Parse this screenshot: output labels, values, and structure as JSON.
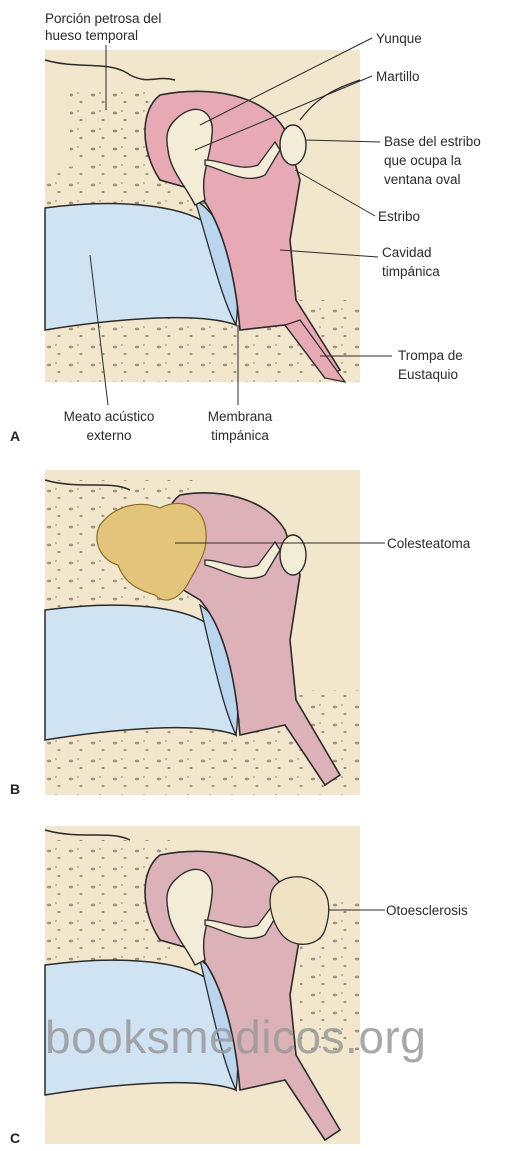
{
  "panel_a": {
    "letter": "A",
    "labels": {
      "petrous_1": "Porción petrosa del",
      "petrous_2": "hueso temporal",
      "incus": "Yunque",
      "malleus": "Martillo",
      "stapes_base_1": "Base del estribo",
      "stapes_base_2": "que ocupa la",
      "stapes_base_3": "ventana oval",
      "stapes": "Estribo",
      "cavity_1": "Cavidad",
      "cavity_2": "timpánica",
      "eustachian_1": "Trompa de",
      "eustachian_2": "Eustaquio",
      "meatus_1": "Meato acústico",
      "meatus_2": "externo",
      "membrane_1": "Membrana",
      "membrane_2": "timpánica"
    }
  },
  "panel_b": {
    "letter": "B",
    "label": "Colesteatoma"
  },
  "panel_c": {
    "letter": "C",
    "label": "Otoesclerosis"
  },
  "watermark": "booksmedicos.org",
  "colors": {
    "bone": "#f2e6cc",
    "canal": "#cfe3f2",
    "cavity": "#e7a9b3",
    "cavity_light": "#dcb1b8",
    "ossicle": "#f3ecd6",
    "cholesteatoma": "#e2c57a",
    "outline": "#2b2b2b"
  }
}
